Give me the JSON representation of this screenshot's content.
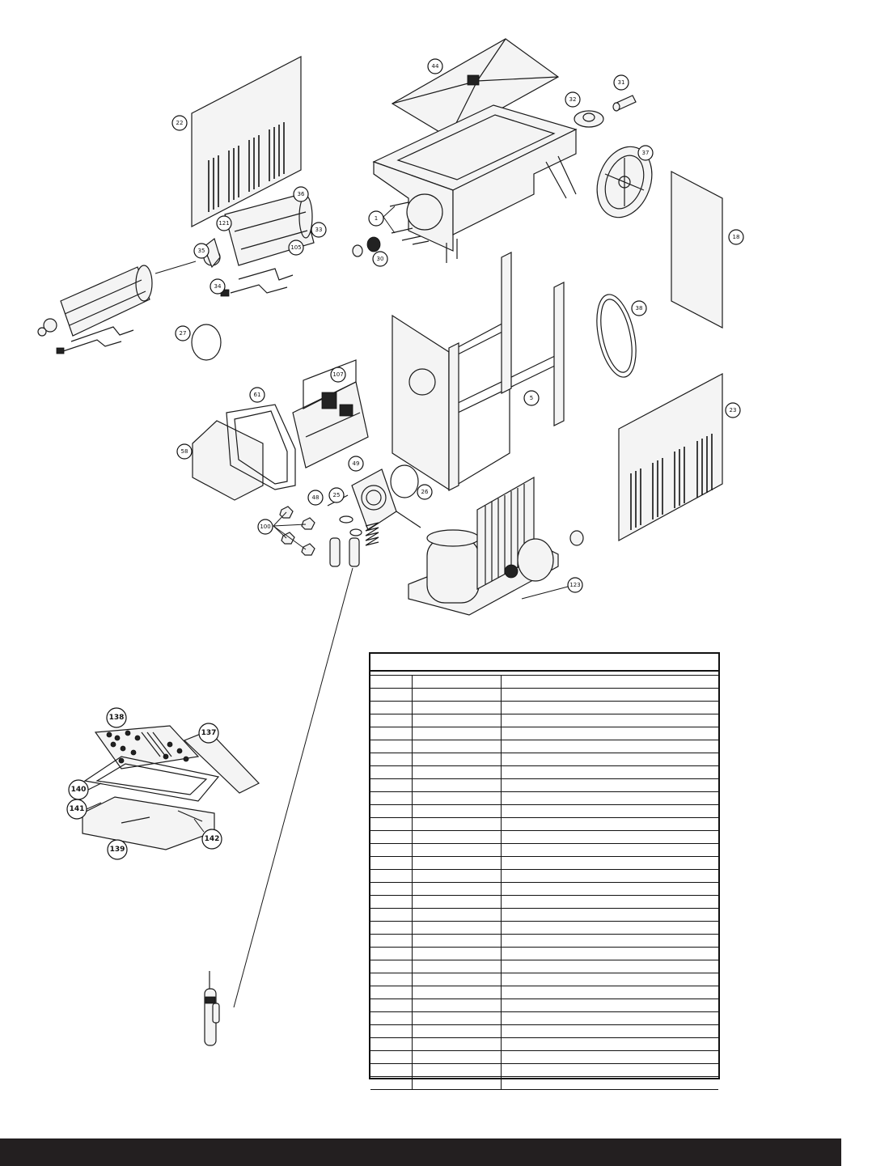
{
  "callouts": {
    "c44": "44",
    "c32": "32",
    "c31": "31",
    "c22": "22",
    "c37": "37",
    "c36": "36",
    "c121": "121",
    "c33": "33",
    "c1": "1",
    "c18": "18",
    "c35": "35",
    "c105": "105",
    "c30": "30",
    "c34": "34",
    "c38": "38",
    "c27": "27",
    "c107": "107",
    "c61": "61",
    "c5": "5",
    "c23": "23",
    "c58": "58",
    "c49": "49",
    "c26": "26",
    "c48": "48",
    "c25": "25",
    "c100": "100",
    "c123": "123",
    "c138": "138",
    "c137": "137",
    "c140": "140",
    "c141": "141",
    "c142": "142",
    "c139": "139"
  },
  "table": {
    "title": "",
    "rows": [
      [
        "",
        "",
        ""
      ],
      [
        "",
        "",
        ""
      ],
      [
        "",
        "",
        ""
      ],
      [
        "",
        "",
        ""
      ],
      [
        "",
        "",
        ""
      ],
      [
        "",
        "",
        ""
      ],
      [
        "",
        "",
        ""
      ],
      [
        "",
        "",
        ""
      ],
      [
        "",
        "",
        ""
      ],
      [
        "",
        "",
        ""
      ],
      [
        "",
        "",
        ""
      ],
      [
        "",
        "",
        ""
      ],
      [
        "",
        "",
        ""
      ],
      [
        "",
        "",
        ""
      ],
      [
        "",
        "",
        ""
      ],
      [
        "",
        "",
        ""
      ],
      [
        "",
        "",
        ""
      ],
      [
        "",
        "",
        ""
      ],
      [
        "",
        "",
        ""
      ],
      [
        "",
        "",
        ""
      ],
      [
        "",
        "",
        ""
      ],
      [
        "",
        "",
        ""
      ],
      [
        "",
        "",
        ""
      ],
      [
        "",
        "",
        ""
      ],
      [
        "",
        "",
        ""
      ],
      [
        "",
        "",
        ""
      ],
      [
        "",
        "",
        ""
      ],
      [
        "",
        "",
        ""
      ],
      [
        "",
        "",
        ""
      ],
      [
        "",
        "",
        ""
      ],
      [
        "",
        "",
        ""
      ],
      [
        "",
        "",
        ""
      ]
    ]
  },
  "footer": {
    "text": ""
  }
}
